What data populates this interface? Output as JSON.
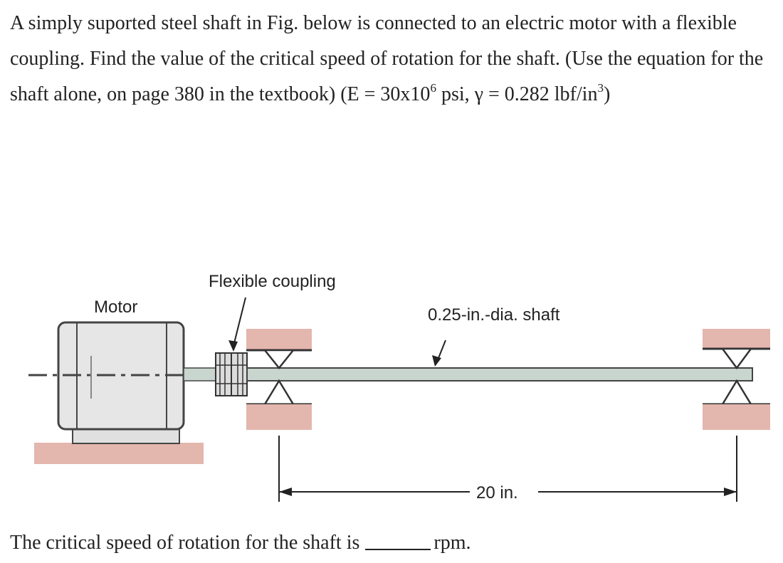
{
  "problem": {
    "text_1": "A simply suported steel shaft in Fig. below is connected to an electric motor with a flexible coupling. Find the value of the critical speed of rotation for the shaft. (Use the equation for the shaft alone, on page 380 in the textbook) (E = 30x10",
    "e_exponent": "6",
    "text_2": " psi, γ = 0.282 lbf/in",
    "unit_exponent": "3",
    "text_3": ")"
  },
  "figure": {
    "motor_label": "Motor",
    "coupling_label": "Flexible coupling",
    "shaft_label": "0.25-in.-dia. shaft",
    "span_label": "20 in."
  },
  "answer": {
    "prefix": "The critical speed of rotation for the shaft is",
    "unit": "rpm."
  },
  "colors": {
    "ground": "#e3b6ae",
    "shaft": "#c9d6cf",
    "motor": "#e6e6e6"
  }
}
